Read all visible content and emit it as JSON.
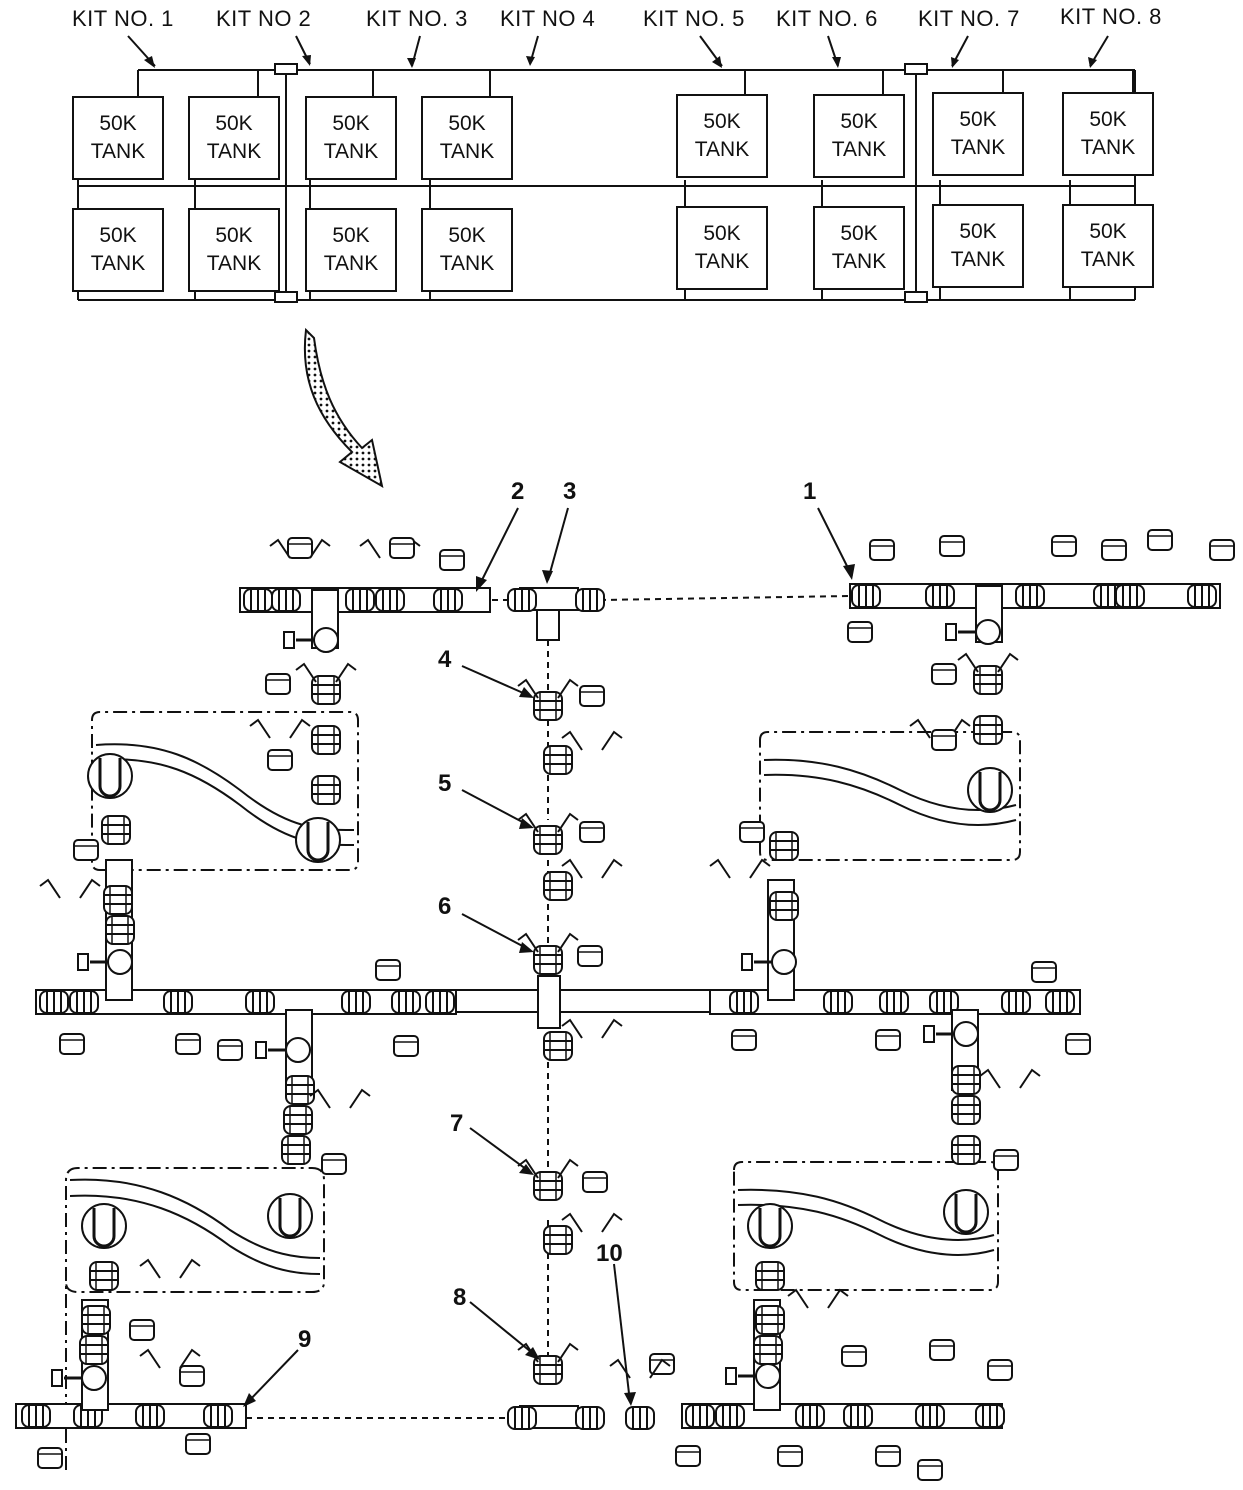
{
  "kits": [
    {
      "label": "KIT NO. 1"
    },
    {
      "label": "KIT NO  2"
    },
    {
      "label": "KIT NO. 3"
    },
    {
      "label": "KIT NO  4"
    },
    {
      "label": "KIT NO. 5"
    },
    {
      "label": "KIT NO. 6"
    },
    {
      "label": "KIT NO. 7"
    },
    {
      "label": "KIT NO. 8"
    }
  ],
  "tank": {
    "line1": "50K",
    "line2": "TANK"
  },
  "callouts": [
    "1",
    "2",
    "3",
    "4",
    "5",
    "6",
    "7",
    "8",
    "9",
    "10"
  ],
  "colors": {
    "ink": "#111111",
    "paper": "#ffffff"
  },
  "icons": [
    "curved-arrow-icon",
    "coupling-icon",
    "valve-icon",
    "tee-icon",
    "dust-cap-icon"
  ]
}
